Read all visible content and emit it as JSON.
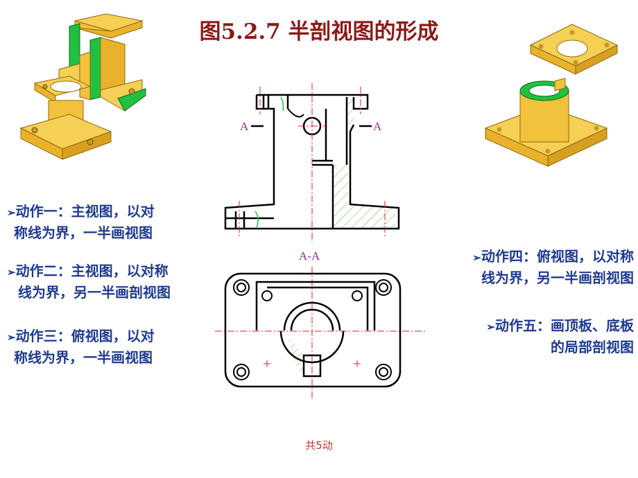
{
  "slide": {
    "title": "图5.2.7  半剖视图的形成",
    "footer": "共5动"
  },
  "steps": {
    "s1": {
      "arrow": "➢",
      "line1": "动作一：主视图，以对",
      "line2": "称线为界，一半画视图"
    },
    "s2": {
      "arrow": "➢",
      "line1": "动作二：主视图，以对称",
      "line2": "线为界，另一半画剖视图"
    },
    "s3": {
      "arrow": "➢",
      "line1": "动作三：俯视图，以对",
      "line2": "称线为界，一半画视图"
    },
    "s4": {
      "arrow": "➢",
      "line1": "动作四：俯视图，以对称",
      "line2": "线为界，另一半画剖视图"
    },
    "s5": {
      "arrow": "➢",
      "line1": "动作五：画顶板、底板",
      "line2": "的局部剖视图"
    }
  },
  "drawing": {
    "cut_label_left": "A",
    "cut_label_right": "A",
    "section_label": "A-A"
  },
  "colors": {
    "title": "#8B1A1A",
    "steps": "#1F3A8F",
    "part_body": "#F2C23C",
    "section_face": "#22C040",
    "centerline": "#E02020",
    "hatch": "#6BAF3A",
    "label": "#8E2B8E"
  }
}
